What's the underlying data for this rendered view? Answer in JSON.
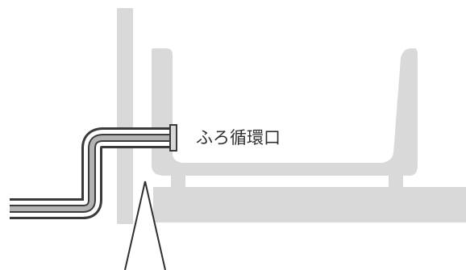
{
  "labels": {
    "port": "ふろ循環口"
  },
  "colors": {
    "light_fill": "#d9d9d9",
    "outline": "#3a3a3a",
    "background": "#ffffff"
  },
  "icons": {
    "bathtub": "bathtub-outline",
    "pipe": "pipe",
    "floor": "floor-slab",
    "wall": "wall-post",
    "pointer": "pointer-lines"
  }
}
